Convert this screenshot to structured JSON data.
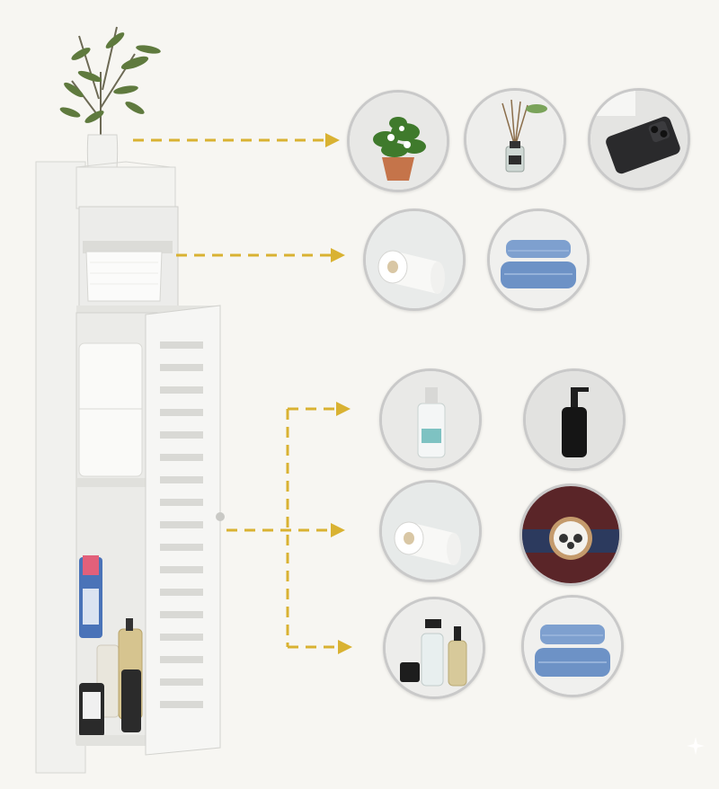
{
  "colors": {
    "background": "#f7f6f2",
    "arrow": "#d9b232",
    "cabinet": "#f4f4f2",
    "cabinet_shadow": "#d8d8d4",
    "circle_border": "#c9c9c9"
  },
  "top_shelf_items": [
    {
      "name": "potted-plant",
      "icon": "plant-icon"
    },
    {
      "name": "reed-diffuser",
      "icon": "diffuser-icon"
    },
    {
      "name": "smartphone",
      "icon": "phone-icon"
    }
  ],
  "paper_holder_items": [
    {
      "name": "toilet-paper-roll",
      "icon": "paper-roll-icon"
    },
    {
      "name": "folded-blue-towels",
      "icon": "towel-icon"
    }
  ],
  "cabinet_items": [
    {
      "name": "lotion-bottle",
      "icon": "lotion-bottle-icon"
    },
    {
      "name": "black-pump-bottle",
      "icon": "pump-bottle-icon"
    },
    {
      "name": "toilet-paper-roll",
      "icon": "paper-roll-icon"
    },
    {
      "name": "wrist-watch",
      "icon": "watch-icon"
    },
    {
      "name": "cleaning-products",
      "icon": "spray-bottles-icon"
    },
    {
      "name": "folded-blue-towels",
      "icon": "towel-icon"
    }
  ]
}
